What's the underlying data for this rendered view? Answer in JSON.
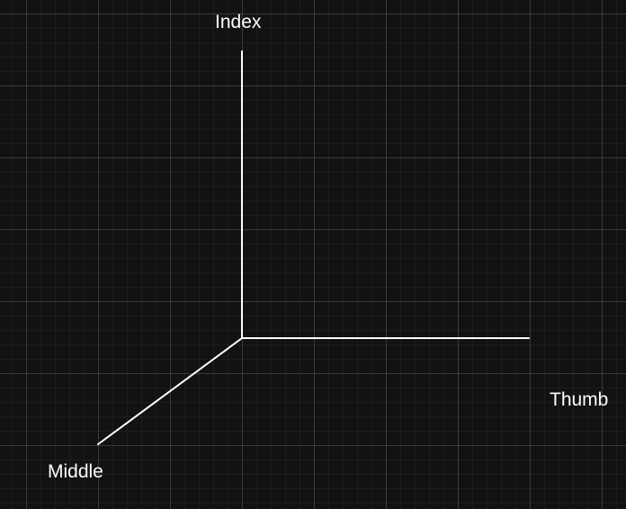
{
  "diagram": {
    "axes": [
      {
        "id": "index",
        "label": "Index"
      },
      {
        "id": "thumb",
        "label": "Thumb"
      },
      {
        "id": "middle",
        "label": "Middle"
      }
    ]
  },
  "colors": {
    "background": "#121212",
    "line": "#ffffff",
    "text": "#ffffff"
  }
}
